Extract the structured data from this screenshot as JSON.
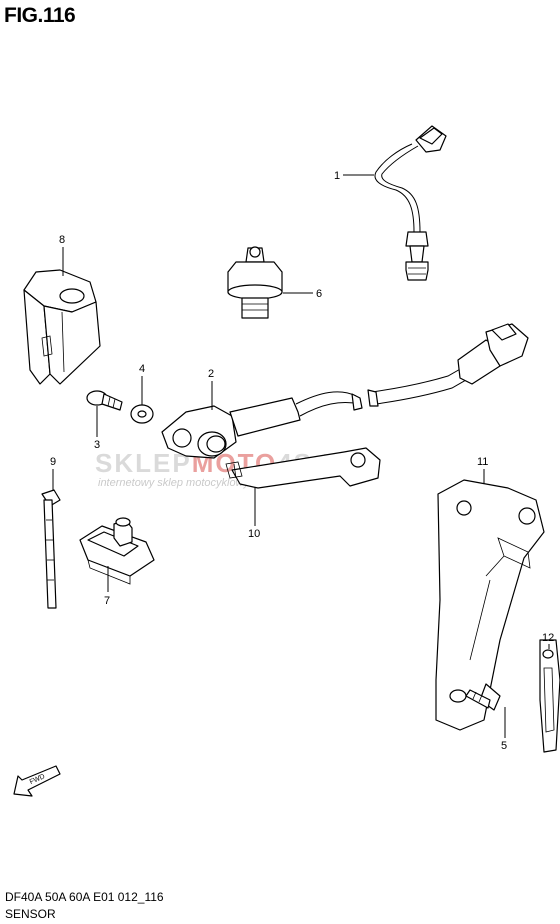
{
  "figure": {
    "title": "FIG.116",
    "model_code": "DF40A 50A 60A E01 012_116",
    "section_name": "SENSOR"
  },
  "watermark": {
    "brand_left": "SKLEP",
    "brand_mid": "MOTO",
    "brand_right": "4S.PL",
    "tagline": "internetowy sklep motocyklowy",
    "brand_color": "#d9534f",
    "grey_color": "#bdbdbd"
  },
  "fwd_label": "FWD",
  "callouts": {
    "c1": "1",
    "c2": "2",
    "c3": "3",
    "c4": "4",
    "c5": "5",
    "c6": "6",
    "c7": "7",
    "c8": "8",
    "c9": "9",
    "c10": "10",
    "c11": "11",
    "c12": "12"
  }
}
